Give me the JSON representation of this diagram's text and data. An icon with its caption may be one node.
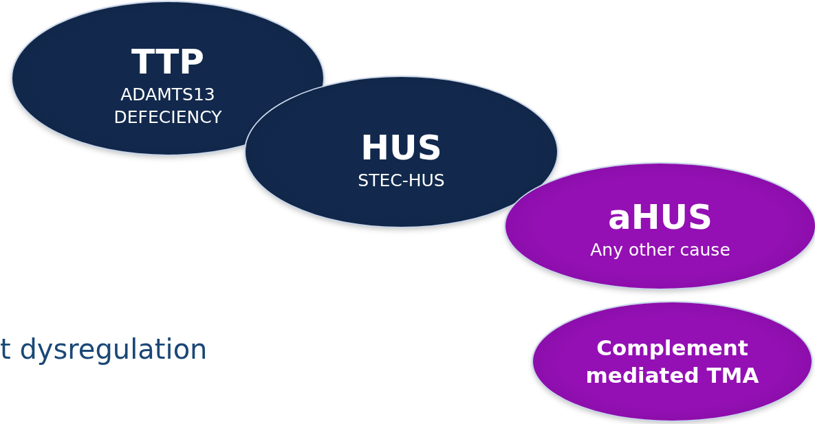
{
  "diagram": {
    "nodes": [
      {
        "text": [
          "TTP",
          "ADAMTS13 DEFECIENCY"
        ]
      },
      {
        "text": [
          "HUS",
          "STEC-HUS"
        ]
      },
      {
        "text": [
          "aHUS",
          "Any other cause"
        ]
      },
      {
        "text": [
          "Complement mediated TMA"
        ]
      }
    ],
    "labels": [
      "t dysregulation"
    ]
  }
}
